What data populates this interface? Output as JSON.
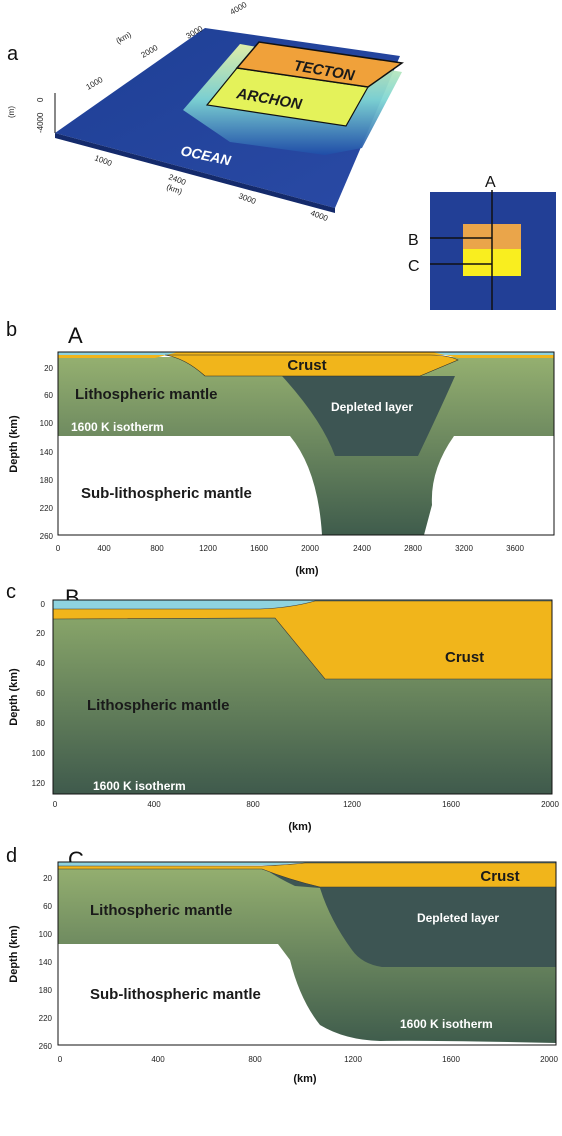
{
  "panel_a": {
    "letter": "a",
    "blocks": [
      "TECTON",
      "ARCHON",
      "OCEAN"
    ],
    "vertical_axis": {
      "label": "(m)",
      "ticks": [
        "0",
        "-4000"
      ]
    },
    "back_axis": {
      "label": "(km)",
      "ticks": [
        "1000",
        "2000",
        "3000",
        "4000"
      ]
    },
    "front_axis": {
      "label": "(km)",
      "ticks": [
        "1000",
        "2400",
        "3000",
        "4000"
      ]
    },
    "inset": {
      "labels": [
        "A",
        "B",
        "C"
      ]
    }
  },
  "panels": [
    {
      "letter": "b",
      "section": "A",
      "y_label": "Depth (km)",
      "x_label": "(km)",
      "y_ticks": [
        "20",
        "60",
        "100",
        "140",
        "180",
        "220",
        "260"
      ],
      "x_ticks": [
        "0",
        "400",
        "800",
        "1200",
        "1600",
        "2000",
        "2400",
        "2800",
        "3200",
        "3600"
      ],
      "labels": {
        "crust": "Crust",
        "litho": "Lithospheric mantle",
        "depleted": "Depleted layer",
        "isotherm": "1600 K isotherm",
        "sub": "Sub-lithospheric mantle"
      }
    },
    {
      "letter": "c",
      "section": "B",
      "y_label": "Depth (km)",
      "x_label": "(km)",
      "y_ticks": [
        "0",
        "20",
        "40",
        "60",
        "80",
        "100",
        "120"
      ],
      "x_ticks": [
        "0",
        "400",
        "800",
        "1200",
        "1600",
        "2000"
      ],
      "labels": {
        "crust": "Crust",
        "litho": "Lithospheric mantle",
        "isotherm": "1600 K isotherm"
      }
    },
    {
      "letter": "d",
      "section": "C",
      "y_label": "Depth (km)",
      "x_label": "(km)",
      "y_ticks": [
        "20",
        "60",
        "100",
        "140",
        "180",
        "220",
        "260"
      ],
      "x_ticks": [
        "0",
        "400",
        "800",
        "1200",
        "1600",
        "2000"
      ],
      "labels": {
        "crust": "Crust",
        "litho": "Lithospheric mantle",
        "depleted": "Depleted layer",
        "isotherm": "1600 K isotherm",
        "sub": "Sub-lithospheric mantle"
      }
    }
  ]
}
